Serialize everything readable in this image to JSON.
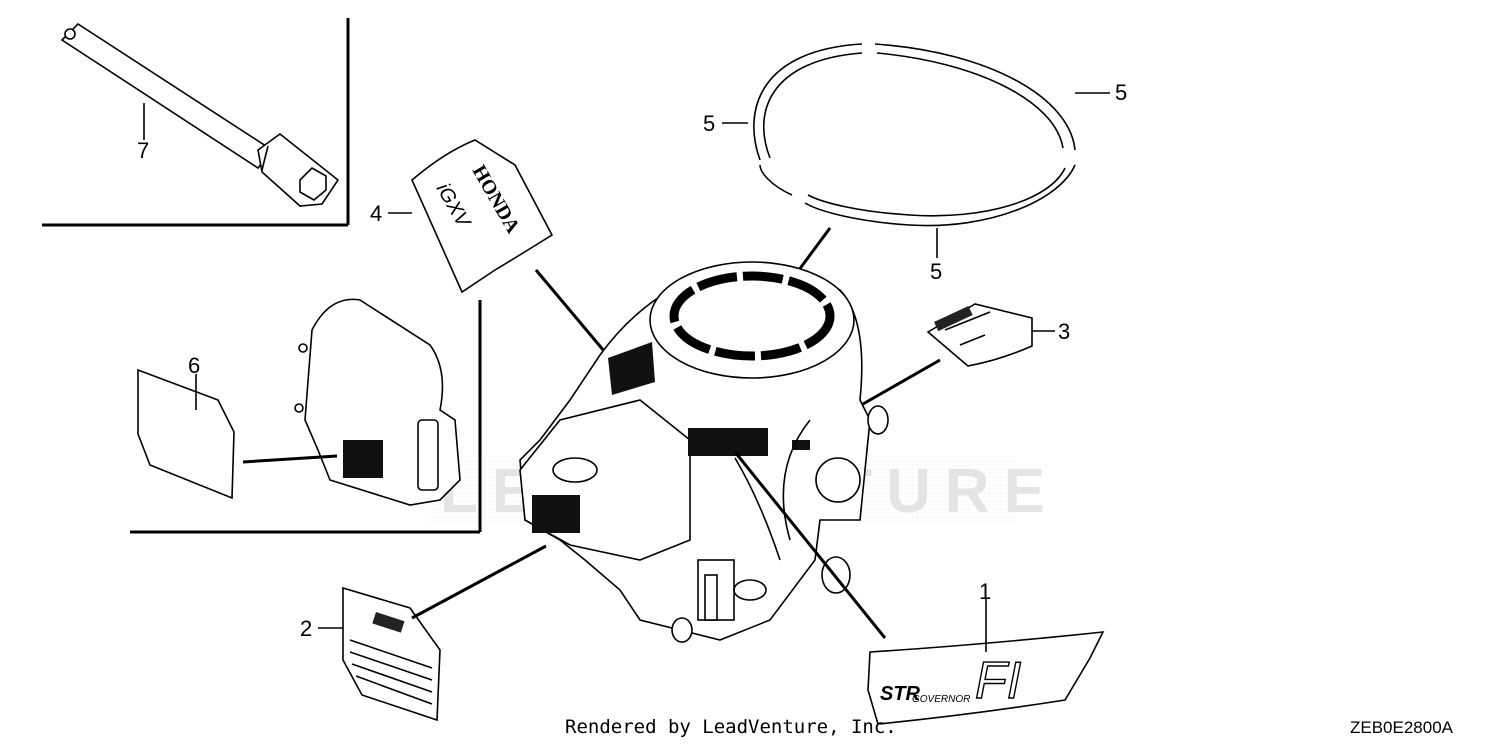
{
  "callouts": {
    "c1": "1",
    "c2": "2",
    "c3": "3",
    "c4": "4",
    "c5a": "5",
    "c5b": "5",
    "c5c": "5",
    "c6": "6",
    "c7": "7"
  },
  "decal_text": {
    "brand": "HONDA",
    "model": "iGXV",
    "governor_top": "STR",
    "governor_bottom": "GOVERNOR",
    "fi": "FI"
  },
  "watermark": "LEADVENTURE",
  "footer": {
    "credit": "Rendered by LeadVenture, Inc.",
    "diagram_code": "ZEB0E2800A"
  },
  "colors": {
    "line": "#000000",
    "background": "#ffffff",
    "watermark": "#d9d9d9"
  }
}
